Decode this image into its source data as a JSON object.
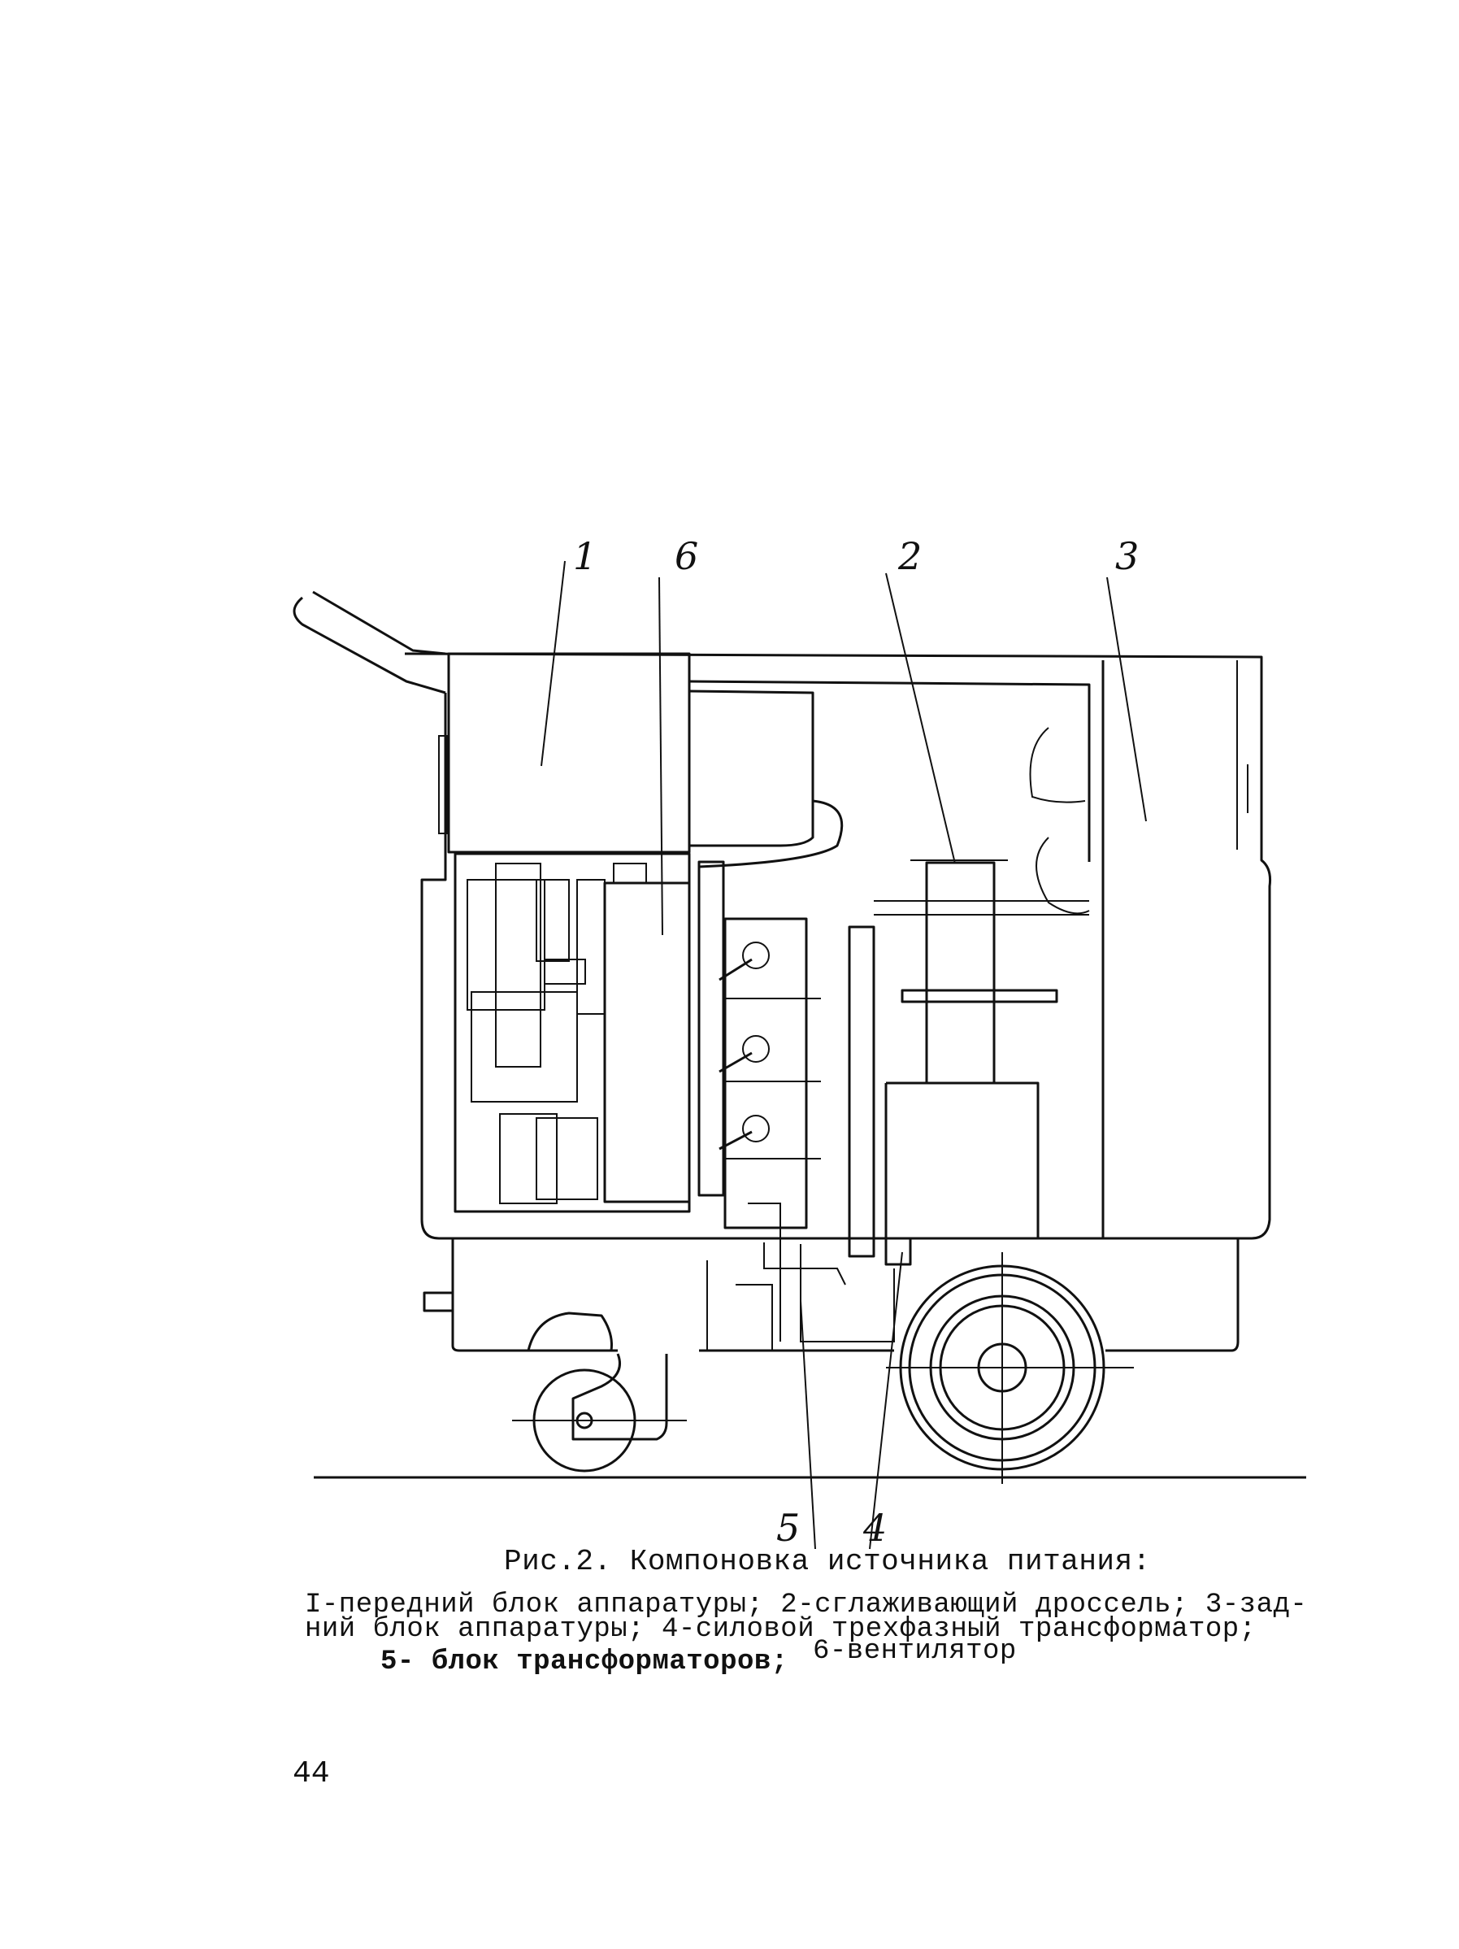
{
  "figure": {
    "labels": [
      "1",
      "6",
      "2",
      "3",
      "5",
      "4"
    ],
    "caption_title": "Рис.2. Компоновка источника питания:",
    "caption_line1": "I-передний блок аппаратуры; 2-сглаживающий дроссель; 3-зад-",
    "caption_line2": "ний блок аппаратуры; 4-силовой трехфазный трансформатор;",
    "caption_line3a": "5- блок трансформаторов;",
    "caption_line3b": "6-вентилятор"
  },
  "page_number": "44"
}
